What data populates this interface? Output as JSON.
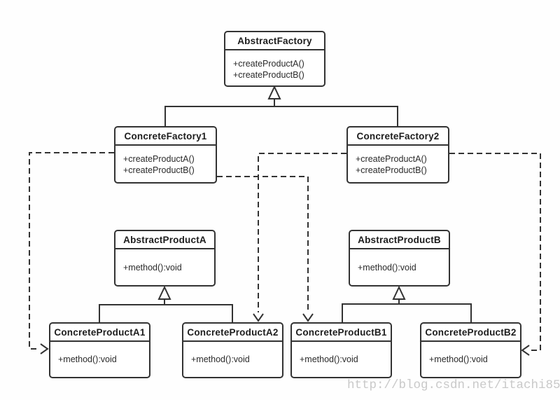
{
  "diagram": {
    "type": "uml-class-diagram",
    "pattern": "Abstract Factory"
  },
  "classes": [
    {
      "id": "abstract-factory",
      "name": "AbstractFactory",
      "methods": [
        "+createProductA()",
        "+createProductB()"
      ]
    },
    {
      "id": "concrete-factory-1",
      "name": "ConcreteFactory1",
      "methods": [
        "+createProductA()",
        "+createProductB()"
      ]
    },
    {
      "id": "concrete-factory-2",
      "name": "ConcreteFactory2",
      "methods": [
        "+createProductA()",
        "+createProductB()"
      ]
    },
    {
      "id": "abstract-product-a",
      "name": "AbstractProductA",
      "methods": [
        "+method():void"
      ]
    },
    {
      "id": "abstract-product-b",
      "name": "AbstractProductB",
      "methods": [
        "+method():void"
      ]
    },
    {
      "id": "concrete-product-a1",
      "name": "ConcreteProductA1",
      "methods": [
        "+method():void"
      ]
    },
    {
      "id": "concrete-product-a2",
      "name": "ConcreteProductA2",
      "methods": [
        "+method():void"
      ]
    },
    {
      "id": "concrete-product-b1",
      "name": "ConcreteProductB1",
      "methods": [
        "+method():void"
      ]
    },
    {
      "id": "concrete-product-b2",
      "name": "ConcreteProductB2",
      "methods": [
        "+method():void"
      ]
    }
  ],
  "relationships": {
    "inheritance": [
      {
        "parent": "AbstractFactory",
        "children": [
          "ConcreteFactory1",
          "ConcreteFactory2"
        ]
      },
      {
        "parent": "AbstractProductA",
        "children": [
          "ConcreteProductA1",
          "ConcreteProductA2"
        ]
      },
      {
        "parent": "AbstractProductB",
        "children": [
          "ConcreteProductB1",
          "ConcreteProductB2"
        ]
      }
    ],
    "dependencies": [
      {
        "from": "ConcreteFactory1",
        "to": "ConcreteProductA1",
        "style": "dashed-arrow"
      },
      {
        "from": "ConcreteFactory1",
        "to": "ConcreteProductB1",
        "style": "dashed-arrow"
      },
      {
        "from": "ConcreteFactory2",
        "to": "ConcreteProductA2",
        "style": "dashed-arrow"
      },
      {
        "from": "ConcreteFactory2",
        "to": "ConcreteProductB2",
        "style": "dashed-arrow"
      }
    ]
  },
  "watermark": {
    "text": "http://blog.csdn.net/itachi85",
    "color": "#c9c9c9"
  },
  "colors": {
    "line": "#333333",
    "background": "#fefefe",
    "box_fill": "#ffffff",
    "text": "#2a2a2a"
  }
}
